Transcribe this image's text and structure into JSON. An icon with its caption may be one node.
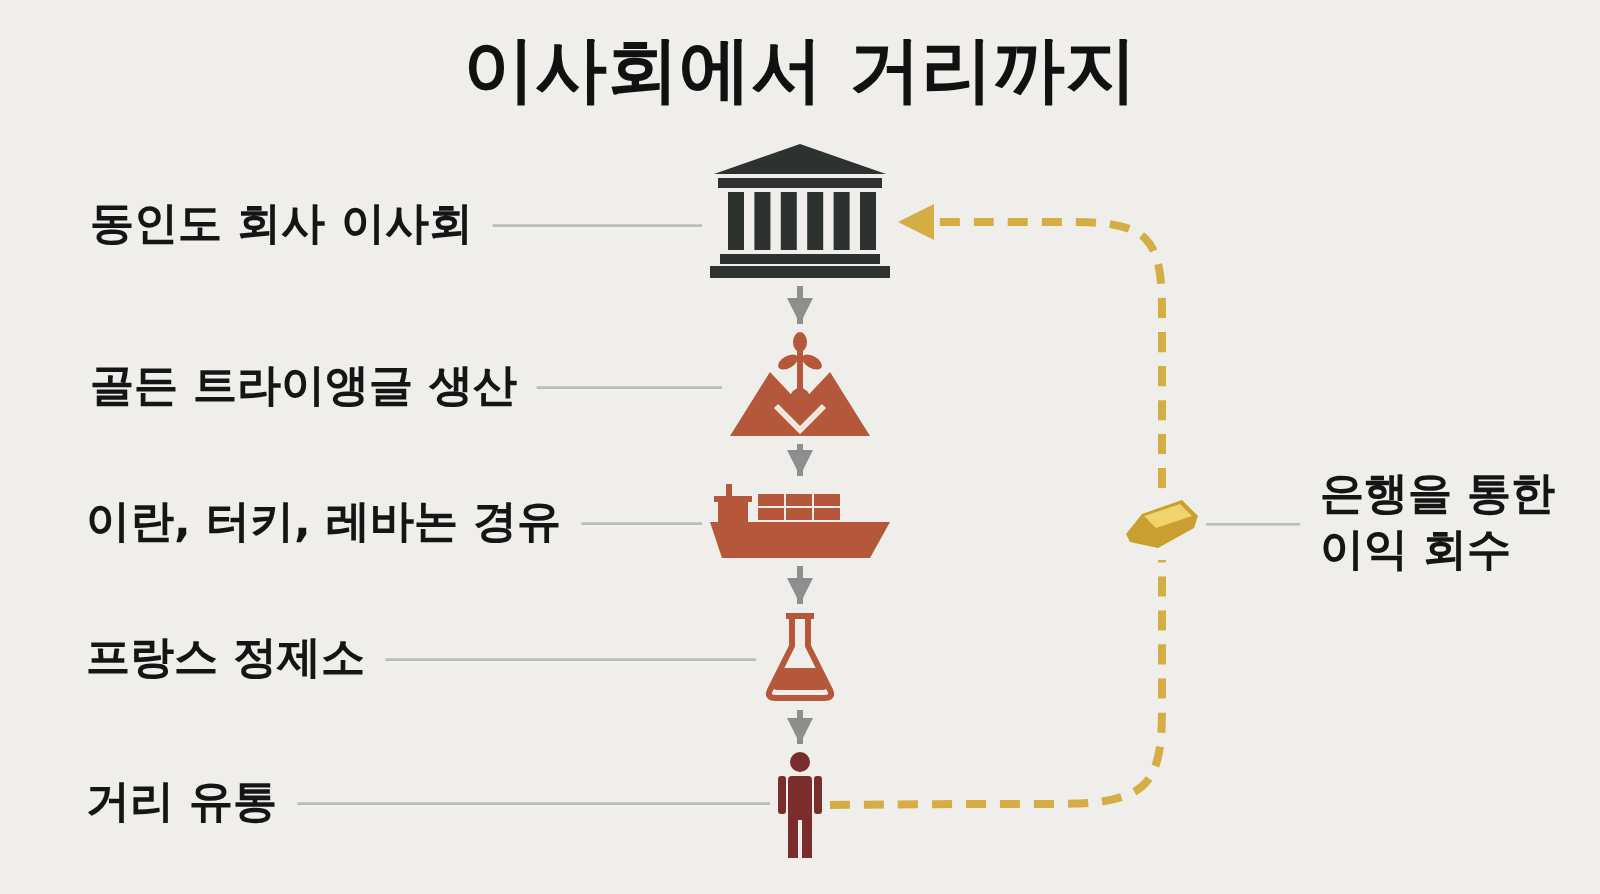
{
  "diagram": {
    "title": "이사회에서 거리까지",
    "nodes": [
      {
        "text": [
          "동인도 회사 이사회"
        ]
      },
      {
        "text": [],
        "shape": "picture"
      },
      {
        "text": [
          "골든 트라이앵글 생산"
        ]
      },
      {
        "text": [],
        "shape": "picture"
      },
      {
        "text": [
          "이란, 터키, 레바논 경유"
        ]
      },
      {
        "text": [],
        "shape": "picture"
      },
      {
        "text": [
          "프랑스 정제소"
        ]
      },
      {
        "text": [],
        "shape": "picture"
      },
      {
        "text": [
          "거리 유통"
        ]
      },
      {
        "text": [],
        "shape": "person"
      },
      {
        "text": [],
        "shape": "picture"
      },
      {
        "text": [
          "은행을 통한 이익 회수"
        ]
      }
    ],
    "edges": [
      {
        "from": 0,
        "to": 1,
        "arrow": "none"
      },
      {
        "from": 1,
        "to": 3,
        "arrow": "to",
        "style": "thick"
      },
      {
        "from": 2,
        "to": 3,
        "arrow": "none"
      },
      {
        "from": 3,
        "to": 5,
        "arrow": "to",
        "style": "thick"
      },
      {
        "from": 4,
        "to": 5,
        "arrow": "none"
      },
      {
        "from": 5,
        "to": 7,
        "arrow": "to",
        "style": "thick"
      },
      {
        "from": 6,
        "to": 7,
        "arrow": "none"
      },
      {
        "from": 7,
        "to": 9,
        "arrow": "to",
        "style": "thick"
      },
      {
        "from": 8,
        "to": 9,
        "arrow": "none"
      },
      {
        "from": 9,
        "to": 10,
        "arrow": "none",
        "style": "dashed",
        "color": "#d4ae45"
      },
      {
        "from": 10,
        "to": 1,
        "arrow": "to",
        "style": "dashed",
        "color": "#d4ae45"
      },
      {
        "from": 11,
        "to": 10,
        "arrow": "none"
      }
    ]
  }
}
